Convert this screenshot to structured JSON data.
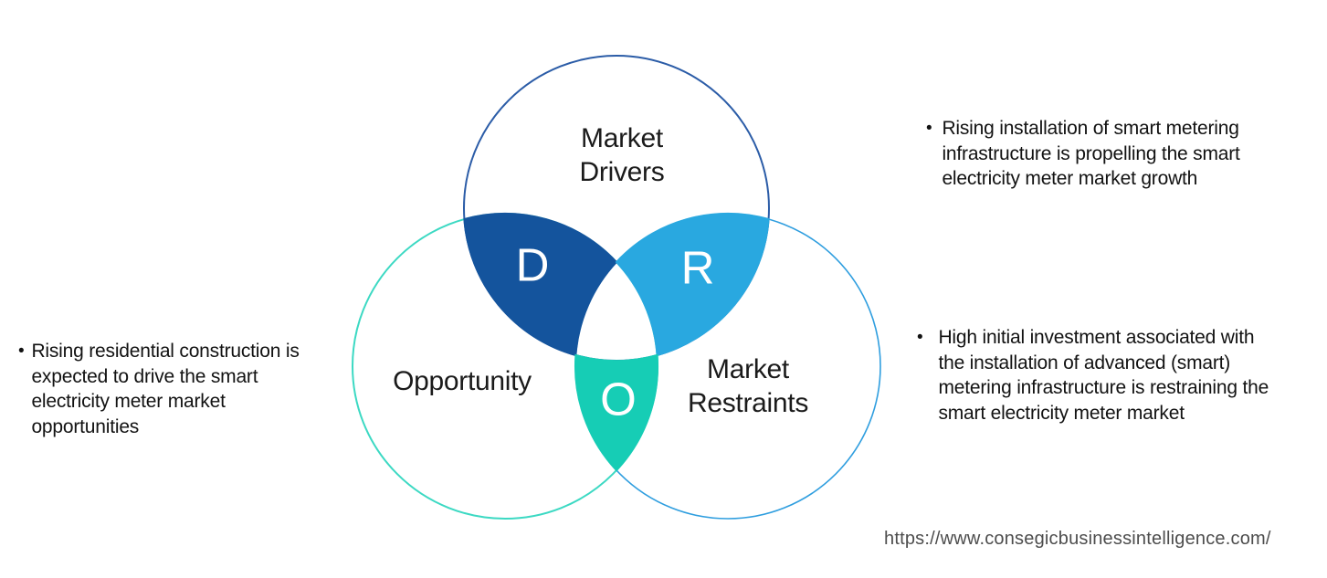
{
  "page": {
    "background": "#ffffff"
  },
  "venn": {
    "drivers": {
      "label": "Market\nDrivers",
      "letter": "D",
      "fill_color": "#14549D",
      "outline_color": "#2B5CA7"
    },
    "restraints": {
      "label": "Market\nRestraints",
      "letter": "R",
      "fill_color": "#29A8E0",
      "outline_color": "#2F9EDF"
    },
    "opportunity": {
      "label": "Opportunity",
      "letter": "O",
      "fill_color": "#16CDB5",
      "outline_color": "#3CD9C3"
    }
  },
  "notes": {
    "bullet": "•",
    "left": "Rising residential construction is expected to drive the smart electricity meter market opportunities",
    "right_top": "Rising installation of smart metering infrastructure is propelling the smart electricity meter market growth",
    "right_bottom": "High initial investment associated with the installation of advanced (smart) metering infrastructure is restraining the smart electricity meter market"
  },
  "footer": {
    "url": "https://www.consegicbusinessintelligence.com/"
  }
}
